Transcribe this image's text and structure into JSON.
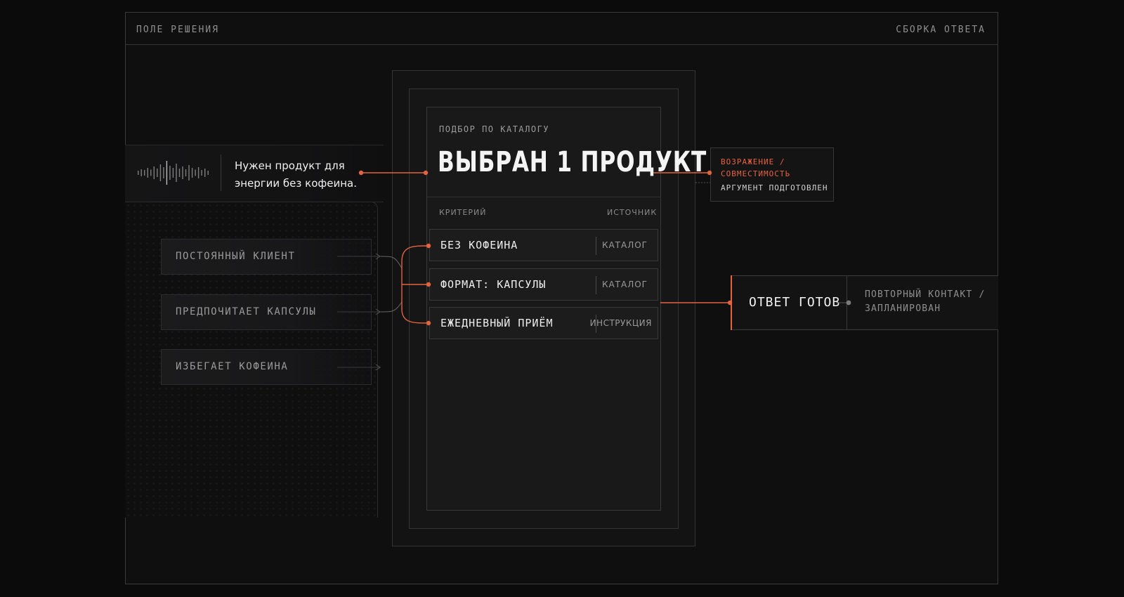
{
  "header": {
    "left_label": "ПОЛЕ РЕШЕНИЯ",
    "right_label": "СБОРКА ОТВЕТА"
  },
  "input": {
    "text": "Нужен продукт для энергии без кофеина."
  },
  "profile": {
    "attributes": [
      {
        "label": "ПОСТОЯННЫЙ КЛИЕНТ"
      },
      {
        "label": "ПРЕДПОЧИТАЕТ КАПСУЛЫ"
      },
      {
        "label": "ИЗБЕГАЕТ КОФЕИНА"
      }
    ]
  },
  "catalog": {
    "eyebrow": "ПОДБОР ПО КАТАЛОГУ",
    "title": "ВЫБРАН 1 ПРОДУКТ",
    "columns": {
      "criteria": "КРИТЕРИЙ",
      "source": "ИСТОЧНИК"
    },
    "rows": [
      {
        "criterion": "БЕЗ КОФЕИНА",
        "source": "КАТАЛОГ"
      },
      {
        "criterion": "ФОРМАТ: КАПСУЛЫ",
        "source": "КАТАЛОГ"
      },
      {
        "criterion": "ЕЖЕДНЕВНЫЙ ПРИЁМ",
        "source": "ИНСТРУКЦИЯ"
      }
    ]
  },
  "objection": {
    "title": "ВОЗРАЖЕНИЕ / СОВМЕСТИМОСТЬ",
    "subtitle": "АРГУМЕНТ ПОДГОТОВЛЕН"
  },
  "answer": {
    "label": "ОТВЕТ ГОТОВ",
    "followup": "ПОВТОРНЫЙ КОНТАКТ / ЗАПЛАНИРОВАН"
  },
  "colors": {
    "accent": "#e5623f",
    "background": "#0b0b0c",
    "panel": "#19191a",
    "border": "#38383a",
    "text_primary": "#f2f2f2",
    "text_muted": "#8e8e8e"
  }
}
